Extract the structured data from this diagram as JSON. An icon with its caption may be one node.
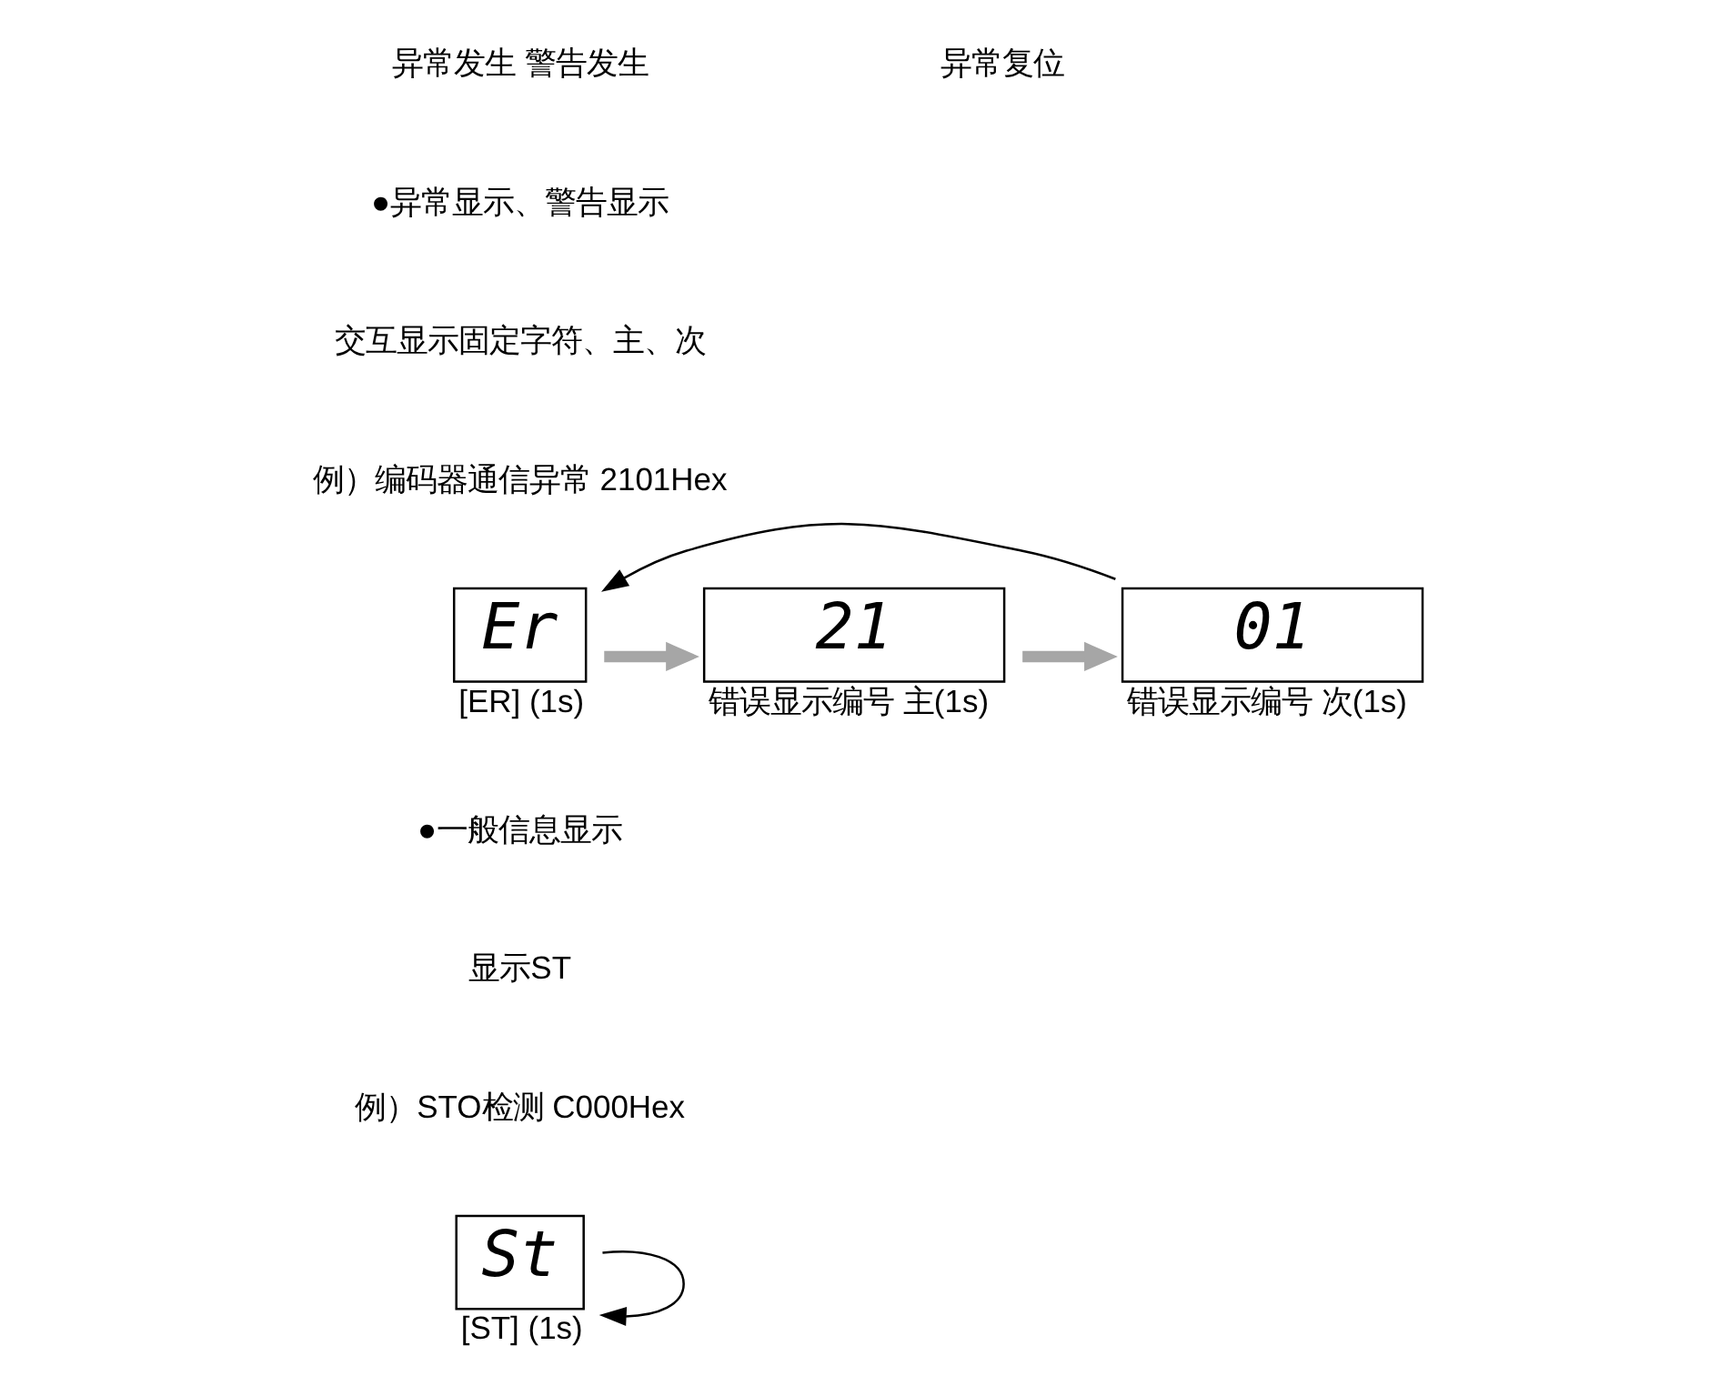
{
  "diagram": {
    "nodes": [
      {
        "text": [
          "Er"
        ],
        "beside": [
          "[ER] (1s)"
        ]
      },
      {
        "text": [
          "21"
        ],
        "beside": [
          "错误显示编号 主(1s)"
        ]
      },
      {
        "text": [
          "01"
        ],
        "beside": [
          "错误显示编号 次(1s)"
        ]
      },
      {
        "text": [
          "St"
        ],
        "beside": [
          "[ST] (1s)"
        ]
      }
    ],
    "edges": [
      {
        "from": 0,
        "to": 1,
        "arrow": "to",
        "style": "thick",
        "color": "#a6a6a6"
      },
      {
        "from": 1,
        "to": 2,
        "arrow": "to",
        "style": "thick",
        "color": "#a6a6a6"
      },
      {
        "from": 2,
        "to": 0,
        "arrow": "to",
        "color": "#000000"
      },
      {
        "from": 3,
        "to": 3,
        "arrow": "to",
        "color": "#000000"
      }
    ],
    "labels": [
      "异常发生 警告发生",
      "异常复位",
      "●异常显示、警告显示",
      "交互显示固定字符、主、次",
      "例）编码器通信异常 2101Hex",
      "●一般信息显示",
      "显示ST",
      "例）STO检测 C000Hex"
    ]
  }
}
